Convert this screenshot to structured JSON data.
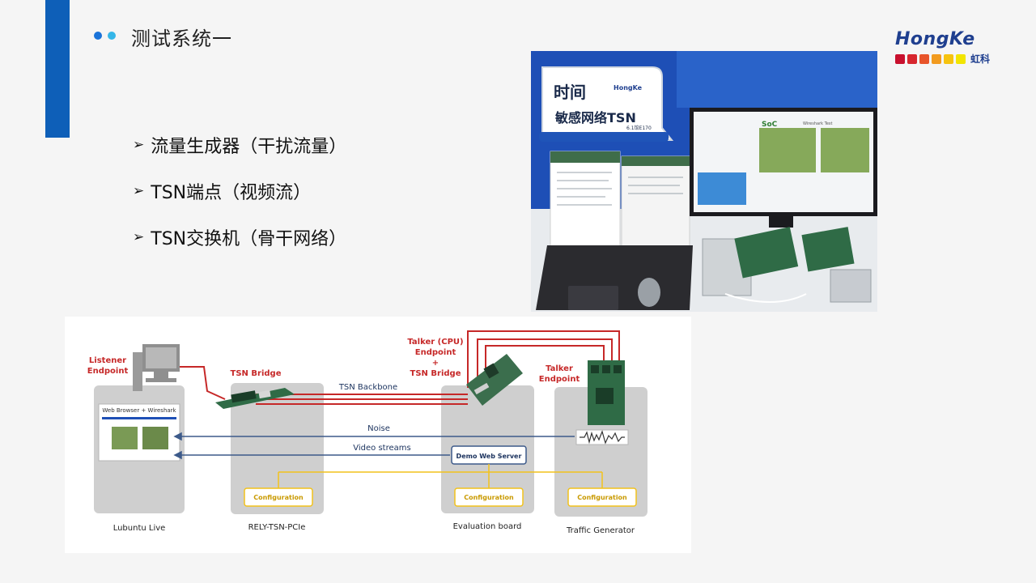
{
  "slide": {
    "title": "测试系统一",
    "bullets": [
      "流量生成器（干扰流量）",
      "TSN端点（视频流）",
      "TSN交换机（骨干网络）"
    ],
    "bullet_glyph": "➢"
  },
  "logo": {
    "wordmark": "HongKe",
    "chinese": "虹科",
    "colors": [
      "#c8102e",
      "#d7262e",
      "#e8542a",
      "#f29b1f",
      "#f6c30f",
      "#f2e500"
    ]
  },
  "photo": {
    "sign_line1": "时间",
    "sign_line2": "敏感网络TSN",
    "sign_brand": "HongKe",
    "sign_booth": "6.1馆E170",
    "monitor_brand": "SoC",
    "monitor_caption": "Wireshark Test"
  },
  "diagram": {
    "labels": {
      "listener": "Listener",
      "listener2": "Endpoint",
      "tsn_bridge": "TSN Bridge",
      "tsn_backbone": "TSN Backbone",
      "talker_cpu1": "Talker (CPU)",
      "talker_cpu2": "Endpoint",
      "talker_cpu3": "+",
      "talker_cpu4": "TSN Bridge",
      "talker1": "Talker",
      "talker2": "Endpoint",
      "browser": "Web Browser + Wireshark",
      "noise": "Noise",
      "video": "Video streams",
      "web_server": "Demo Web Server",
      "config": "Configuration"
    },
    "columns": [
      "Lubuntu Live",
      "RELY-TSN-PCIe",
      "Evaluation board",
      "Traffic Generator"
    ],
    "colors": {
      "red": "#c62828",
      "blue": "#3d5a8a",
      "yellow": "#f2c21b",
      "column": "#cfcfcf"
    }
  }
}
